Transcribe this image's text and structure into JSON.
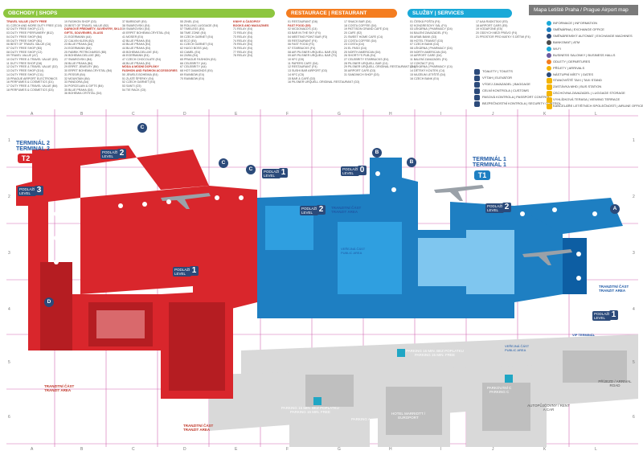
{
  "headers": {
    "shops": "OBCHODY | SHOPS",
    "restaurants": "RESTAURACE | RESTAURANT",
    "services": "SLUŽBY | SERVICES",
    "title": "Mapa Letiště Praha / Prague Airport map"
  },
  "colors": {
    "shops": "#8dc63f",
    "restaurants": "#f47d20",
    "services": "#1aa9d8",
    "red": "#d9262c",
    "blue": "#1e7fc2",
    "navy": "#2b4a7a"
  },
  "shops_col1": [
    "TRAVEL VALUE | DUTY FREE",
    "01 CZECH AND MORE DUTY FREE (C18)",
    "02 DUTY FREE SHOP (C17)",
    "03 DUTY FREE PERFUMERY (B12)",
    "04 DUTY FREE SHOP (B4)",
    "05 DUTY FREE SHOP (B1)",
    "06 BEST OF TRAVEL VALUE (C6)",
    "07 DUTY FREE SHOP (B3)",
    "08 DUTY FREE SHOP (C2)",
    "09 TRAVEL VALUE (A7)",
    "10 DUTY FREE & TRAVEL VALUE (D5)",
    "11 DUTY FREE SHOP (D8)",
    "12 DUTY FREE & TRAVEL VALUE (D2)",
    "13 DUTY FREE SHOP (D14)",
    "14 DUTY FREE SHOP (C11)",
    "15 PRAGUE AIRPORT ELECTRONICS",
    "16 PERFUMES & COSMETICS (D1)",
    "17 DUTY FREE & TRAVEL VALUE (B4)",
    "18 PERFUMES & COSMETICS (D3)"
  ],
  "shops_col2": [
    "19 FASHION SHOP (D3)",
    "20 BEST OF TRAVEL VALUE (B2)",
    "DÁRKOVÉ PŘEDMĚTY, SUVENÝRY, SKLO",
    "GIFTS, SOUVENIRS, GLASS",
    "21 EGERMANN (A4)",
    "22 CALVIN KLEIN (B2)",
    "23 BLUE PRAHA (A4)",
    "24 EGERMANN (B4)",
    "25 FABRIK PETRICHARDS (B5)",
    "26 BOHEMIA DELUXE (B5)",
    "27 SWAROVSKI (B4)",
    "28 BLUE PRAHA (B4)",
    "29 ERPET JEWELRY (B4)",
    "30 ERPET BOHEMIA CRYSTAL (B4)",
    "31 PESSIR (B4)",
    "32 MOUNTAIN (B4)",
    "33 PANDORA (A4)",
    "34 PORCELAIN & GIFTS (B4)",
    "35 BLUE PRAHA (D4)",
    "36 BOHEMIA CRYSTAL (D4)"
  ],
  "shops_col3": [
    "37 BARBOUR (E4)",
    "38 SWAROVSKI (E4)",
    "39 SWAROVSKI (E4)",
    "40 ERPET BOHEMIA CRYSTAL (E4)",
    "41 MOSER (E4)",
    "42 BLUE PRAHA (E4)",
    "43 BLUE PRAHA (E4)",
    "44 BLUE PRAHA (E4)",
    "45 BOHEMIA DELUXE (E4)",
    "46 EGERMANN (E4)",
    "47 CZECH CHOCOLATE (E4)",
    "48 BLUE PRAHA (E4)",
    "MÓDA A MÓDNÍ DOPLŇKY",
    "FASHION AND FASHION ACCESSORIES",
    "50 JEWELS BOHEMIA (E4)",
    "51 ZLATÉ ŠPERKY (E4)",
    "52 CZECH GARNET (E4)",
    "53 SANTI (C5)",
    "54 TIE RACK (C5)"
  ],
  "shops_col4": [
    "55 ZINEL (D4)",
    "56 ROLLING LUGGAGE (E4)",
    "57 TIMELESS (E4)",
    "58 TIME ZONE (E4)",
    "59 CZECH GARNET (E4)",
    "60 ECO (E4)",
    "61 CZECH GARNET (E4)",
    "62 HUGO BOSS (A4)",
    "63 CAMEL (E4)",
    "64 ZARA (E4)",
    "65 PRAGUE FASHION (E4)",
    "66 CELEBRITY (A4)",
    "67 CELEBRITY (A4)",
    "68 HOT DIAMONDS (E4)",
    "69 RAINBOW (E4)",
    "70 RAINBOW (E4)"
  ],
  "shops_col5": [
    "KNIHY A ČASOPISY",
    "BOOKS AND MAGAZINES",
    "71 RELAY (E4)",
    "72 RELAY (E4)",
    "73 RELAY (E4)",
    "74 RELAY (E4)",
    "75 RELAY (E4)",
    "76 RELAY (E4)",
    "77 RELAY (E4)",
    "78 RELAY (E4)"
  ],
  "rest_col1": [
    "01 RESTAURANT (D6)",
    "FAST FOOD (D5)",
    "02 MCDONALD'S (C4)",
    "03 BAR IN THE SKY (F4)",
    "04 MEETING POINT BAR (F3)",
    "05 RESTAURANT (F4)",
    "06 FAST FOOD (F4)",
    "07 STARBUCKS (F4)",
    "08 AIR PILSNER URQUELL BAR (E3)",
    "09 AIR PILSNER URQUELL BAR (F3)",
    "10 KFC (D5)",
    "11 PAPERS CAFE (D4)",
    "12 RESTAURANT (F4)",
    "13 SUSHI BAR AIRPORT (D3)",
    "14 KFC (C5)",
    "15 BAR & CAFÉ (D3)",
    "16 PILSNER URQUELL ORIGINAL RESTAURANT (D3)"
  ],
  "rest_col2": [
    "17 SNACK BAR (D4)",
    "18 COSTA COFFEE (D4)",
    "19 PATTISON GRAND CAFÉ (D4)",
    "20 CAFE (E2)",
    "21 SWEET HOME CAFE (C4)",
    "22 COSTA COFFEE (D4)",
    "23 COSTA (D4)",
    "24 EL PASO (D4)",
    "25 NORTH AMERICAN (D4)",
    "26 SHORTY'S PUB (E4)",
    "27 CELEBRITY STARBUCKS (E4)",
    "28 PILSNER URQUELL BAR (C4)",
    "29 PILSNER URQUELL ORIGINAL RESTAURANT (D4)",
    "30 AIRPORT CAFE (D3)",
    "31 SANDWICH SHOP (D3)"
  ],
  "serv_col1": [
    "01 ČESKÁ POŠTA (F4)",
    "02 KONGRESOVÝ SÁL (F4)",
    "03 LÉKÁRNA | PHARMACY (D4)",
    "04 BALENÍ ZAVAZADEL (F4)",
    "05 ARAB BANK (D3)",
    "06 HOTEL TRANSIT (D3)",
    "07 CZECH BANK (D4)",
    "08 LÉKÁRNA | PHARMACY (D4)",
    "09 NORTH AMERICAN (D4)",
    "10 AIRPORT CARE (D4)",
    "11 BALENÍ ZAVAZADEL (F4)",
    "12 CONTACT (E4)",
    "13 LÉKÁRNA | PHARMACY (C4)",
    "14 DĚTSKÝ KOUTEK (C4)",
    "15 MUZEUM LETIŠTĚ (D4)",
    "16 CZECH BANK (E4)"
  ],
  "serv_col2": [
    "17 AAA RADIOTAXI (E5)",
    "18 AIRPORT CARS (E5)",
    "19 VODAFONE (E5)",
    "20 ODDYCH MEZI PRÁVO (F4)",
    "21 PROSTOR PRO MATKY S DĚTMI (F4)"
  ],
  "legend": [
    "INFORMACE | INFORMATION",
    "SMĚNÁRNA | EXCHANGE OFFICE",
    "SMĚNÁRENSKÝ AUTOMAT | EXCHANGE MACHINES",
    "BANKOMAT | ATM",
    "WI-FI",
    "BUSINESS SALONKY | BUSINESS HALLS",
    "ODLETY | DEPARTURES",
    "PŘÍLETY | ARRIVALS",
    "NÁSTUPNÍ MÍSTY | GATES"
  ],
  "legend2": [
    "STANOVIŠTĚ TAXI | TAXI STAND",
    "ZASTÁVKA MHD | BUS STATION",
    "ÚSCHOVNA ZAVAZADEL | LUGGAGE STORAGE",
    "VYHLÍDKOVÁ TERASA | VIEWING TERRACE",
    "KANCELÁŘE LETIŠTNÍCH SPOLEČNOSTÍ | AIRLINE OFFICES"
  ],
  "legend_left": [
    "TOALETY | TOILETS",
    "VÝTAH | ELEVATOR",
    "VÝDEJ ZAVAZADEL | BAGGAGE",
    "CELNÍ KONTROLA | CUSTOMS",
    "PASOVÁ KONTROLA | PASSPORT CONTROL",
    "BEZPEČNOSTNÍ KONTROLA | SECURITY CONTROL"
  ],
  "cols": [
    "A",
    "B",
    "C",
    "D",
    "E",
    "F",
    "G",
    "H",
    "I",
    "J",
    "K",
    "L"
  ],
  "rows": [
    "1",
    "2",
    "3",
    "4",
    "5",
    "6"
  ],
  "terminals": {
    "t2_cz": "TERMINÁL 2",
    "t2_en": "TERMINAL 2",
    "t2_badge": "T2",
    "t1_cz": "TERMINÁL 1",
    "t1_en": "TERMINAL 1",
    "t1_badge": "T1"
  },
  "piers": [
    "C",
    "C",
    "C",
    "B",
    "B",
    "D",
    "A"
  ],
  "levels": [
    {
      "label": "PODLAŽÍ\nLEVEL",
      "num": "2"
    },
    {
      "label": "PODLAŽÍ\nLEVEL",
      "num": "3"
    },
    {
      "label": "PODLAŽÍ\nLEVEL",
      "num": "1"
    },
    {
      "label": "PODLAŽÍ\nLEVEL",
      "num": "0"
    },
    {
      "label": "PODLAŽÍ\nLEVEL",
      "num": "2"
    },
    {
      "label": "PODLAŽÍ\nLEVEL",
      "num": "2"
    },
    {
      "label": "PODLAŽÍ\nLEVEL",
      "num": "1"
    },
    {
      "label": "PODLAŽÍ\nLEVEL",
      "num": "1"
    }
  ],
  "areas": {
    "transit_cz": "TRANZITNÍ ČÁST",
    "transit_en": "TRANZIT AREA",
    "public_cz": "VEŘEJNÁ ČÁST",
    "public_en": "PUBLIC AREA",
    "vip": "VIP TERMINÁL",
    "parking_c_cz": "PARKOVÁNÍ C",
    "parking_c_en": "PARKING C",
    "parking1": "PARKING 15 MIN. BEZ POPLATKU",
    "parking1_en": "PARKING 15 MIN. FREE",
    "hotel": "HOTEL MARRIOTT / EUROPORT",
    "rentcar": "AUTOPŮJČOVNY / RENT A CAR",
    "arrival_road": "PŘÍJEZD / ARRIVAL ROAD",
    "parking_a": "PARKING A"
  }
}
